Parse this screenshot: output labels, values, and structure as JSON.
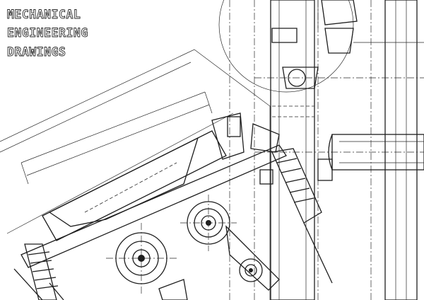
{
  "title_lines": [
    "MECHANICAL",
    "ENGINEERING",
    "DRAWINGS"
  ],
  "colors": {
    "background": "#ffffff",
    "ink": "#1e1e1e"
  }
}
